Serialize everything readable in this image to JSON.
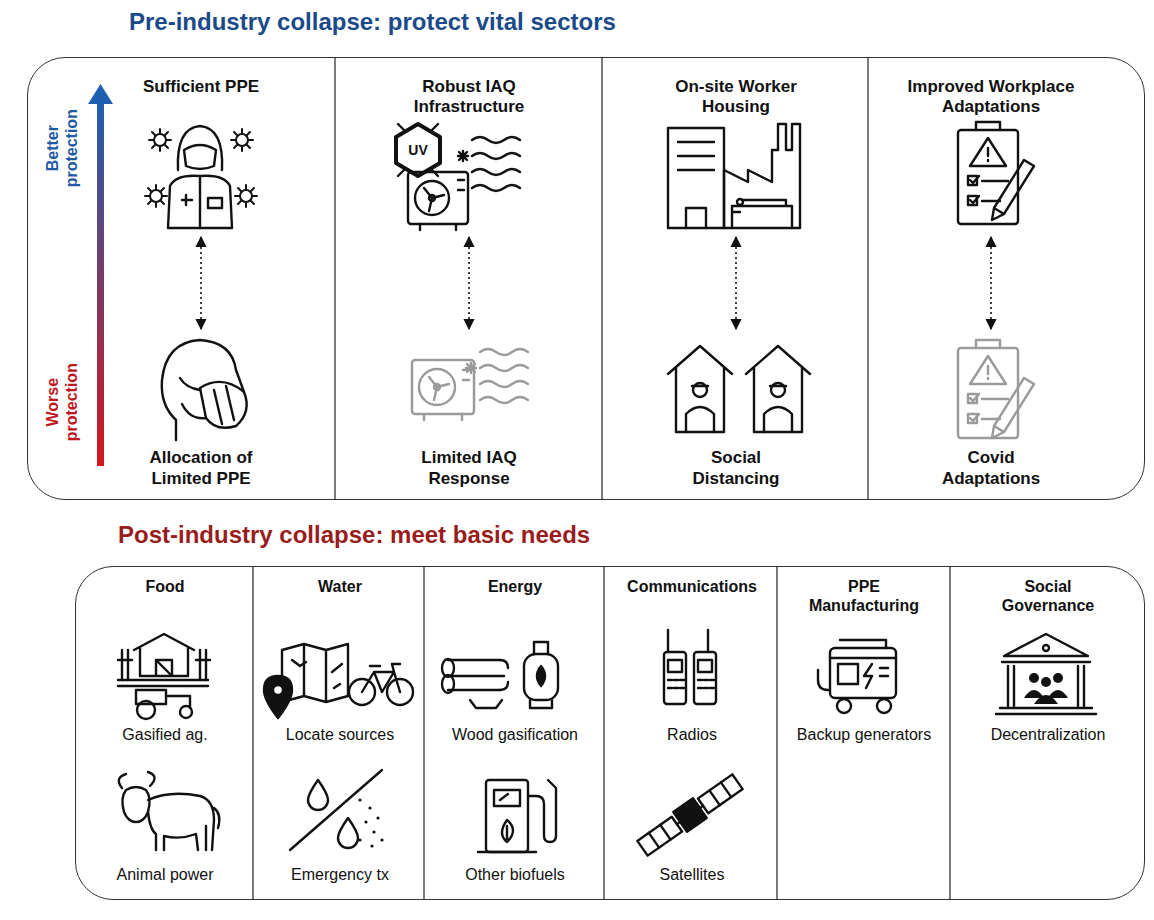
{
  "diagram": {
    "nodes": [
      {
        "text": [
          "Pre-industry collapse: protect vital sectors"
        ]
      },
      {
        "text": [
          "Sufficient PPE"
        ],
        "in": 0
      },
      {
        "text": [
          "Allocation of Limited PPE"
        ],
        "in": 0
      },
      {
        "text": [
          "Robust IAQ Infrastructure"
        ],
        "in": 0
      },
      {
        "text": [
          "Limited IAQ Response"
        ],
        "in": 0
      },
      {
        "text": [
          "On-site Worker Housing"
        ],
        "in": 0
      },
      {
        "text": [
          "Social Distancing"
        ],
        "in": 0
      },
      {
        "text": [
          "Improved Workplace Adaptations"
        ],
        "in": 0
      },
      {
        "text": [
          "Covid Adaptations"
        ],
        "in": 0
      },
      {
        "text": [
          "Post-industry collapse: meet basic needs"
        ]
      },
      {
        "text": [
          "Food",
          "Gasified ag.",
          "Animal power"
        ],
        "in": 9
      },
      {
        "text": [
          "Water",
          "Locate sources",
          "Emergency tx"
        ],
        "in": 9
      },
      {
        "text": [
          "Energy",
          "Wood gasification",
          "Other biofuels"
        ],
        "in": 9
      },
      {
        "text": [
          "Communications",
          "Radios",
          "Satellites"
        ],
        "in": 9
      },
      {
        "text": [
          "PPE Manufacturing",
          "Backup generators"
        ],
        "in": 9
      },
      {
        "text": [
          "Social Governance",
          "Decentralization"
        ],
        "in": 9
      }
    ],
    "edges": [
      {
        "from": 1,
        "to": 2,
        "arrow": "both"
      },
      {
        "from": 3,
        "to": 4,
        "arrow": "both"
      },
      {
        "from": 5,
        "to": 6,
        "arrow": "both"
      },
      {
        "from": 7,
        "to": 8,
        "arrow": "both"
      }
    ],
    "labels": [
      "Better protection",
      "Worse protection",
      "UV"
    ]
  }
}
